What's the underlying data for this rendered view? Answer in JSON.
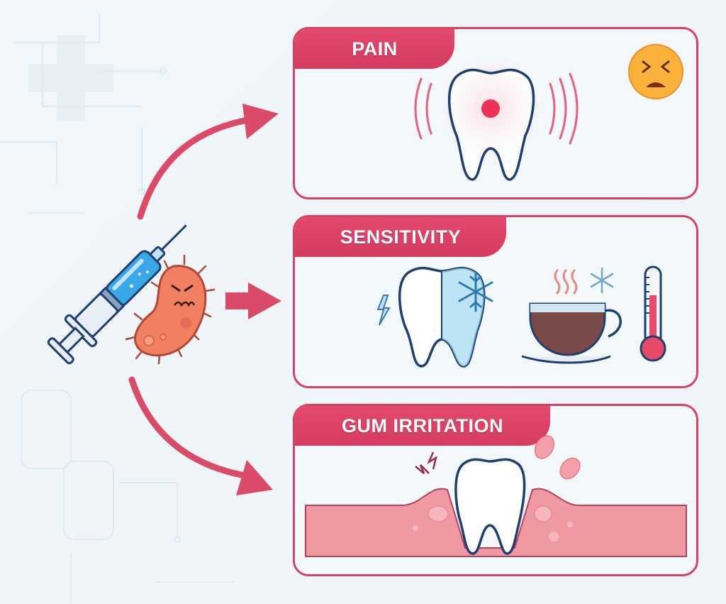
{
  "panels": [
    {
      "id": "pain",
      "title": "PAIN",
      "icons": [
        "aching-tooth-icon",
        "pain-radiating-waves-icon",
        "distressed-face-emoji"
      ]
    },
    {
      "id": "sensitivity",
      "title": "SENSITIVITY",
      "icons": [
        "frozen-tooth-icon",
        "snowflake-icon",
        "lightning-icon",
        "hot-cup-icon",
        "thermometer-icon"
      ]
    },
    {
      "id": "gum-irritation",
      "title": "GUM IRRITATION",
      "icons": [
        "tooth-in-inflamed-gum-icon",
        "spark-icon",
        "swelling-droplets-icon"
      ]
    }
  ],
  "source_icons": [
    "syringe-icon",
    "bacteria-icon"
  ],
  "colors": {
    "accent": "#d94065",
    "outline": "#1f3f73",
    "background": "#f1f6fa",
    "gum": "#ef9aa2",
    "bacteria": "#f08060",
    "syringe_fluid": "#3aa8e8"
  }
}
